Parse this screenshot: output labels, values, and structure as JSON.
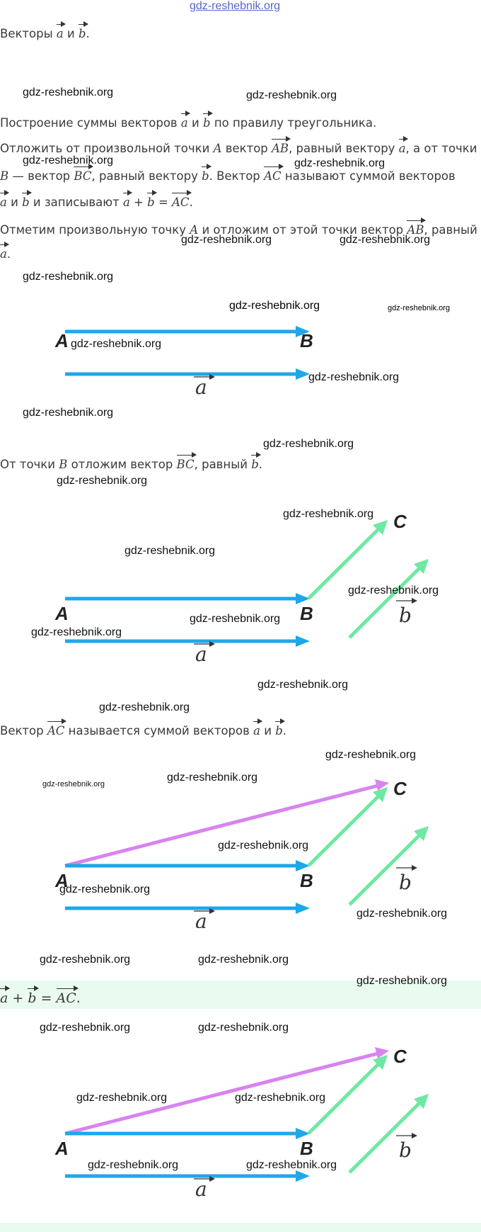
{
  "watermark": "gdz-reshebnik.org",
  "colors": {
    "vec_a": "#1ea7ea",
    "vec_b": "#6ee8a2",
    "vec_sum": "#d883f0",
    "band": "#e9faee"
  },
  "line1": {
    "prefix": "Векторы",
    "a": "a",
    "conj": "и",
    "b": "b",
    "end": "."
  },
  "heading": {
    "prefix": "Построение суммы векторов",
    "a": "a",
    "conj": "и",
    "b": "b",
    "suffix": "по правилу треугольника."
  },
  "rule": {
    "l1_p1": "Отложить от произвольной точки",
    "l1_A": "A",
    "l1_p2": "вектор",
    "l1_AB": "AB",
    "l1_p3": ", равный вектору",
    "l1_a": "a",
    "l1_p4": ", а от точки",
    "l2_B": "B",
    "l2_p1": "— вектор",
    "l2_BC": "BC",
    "l2_p2": ", равный вектору",
    "l2_b": "b",
    "l2_p3": ". Вектор",
    "l2_AC": "AC",
    "l2_p4": "называют суммой векторов",
    "l3_a": "a",
    "l3_p1": "и",
    "l3_b": "b",
    "l3_p2": "и записывают",
    "l3_a2": "a",
    "l3_plus": "+",
    "l3_b2": "b",
    "l3_eq": "=",
    "l3_AC": "AC",
    "l3_end": "."
  },
  "step1": {
    "p1": "Отметим произвольную точку",
    "A": "A",
    "p2": "и отложим от этой точки вектор",
    "AB": "AB",
    "p3": ", равный",
    "a": "a",
    "end": "."
  },
  "step2": {
    "p1": "От точки",
    "B": "B",
    "p2": "отложим вектор",
    "BC": "BC",
    "p3": ", равный",
    "b": "b",
    "end": "."
  },
  "step3": {
    "p1": "Вектор",
    "AC": "AC",
    "p2": "называется суммой векторов",
    "a": "a",
    "conj": "и",
    "b": "b",
    "end": "."
  },
  "formula": {
    "a": "a",
    "plus": "+",
    "b": "b",
    "eq": "=",
    "AC": "AC",
    "end": "."
  },
  "figure": {
    "point_A": "A",
    "point_B": "B",
    "point_C": "C",
    "label_a": "a",
    "label_b": "b"
  }
}
